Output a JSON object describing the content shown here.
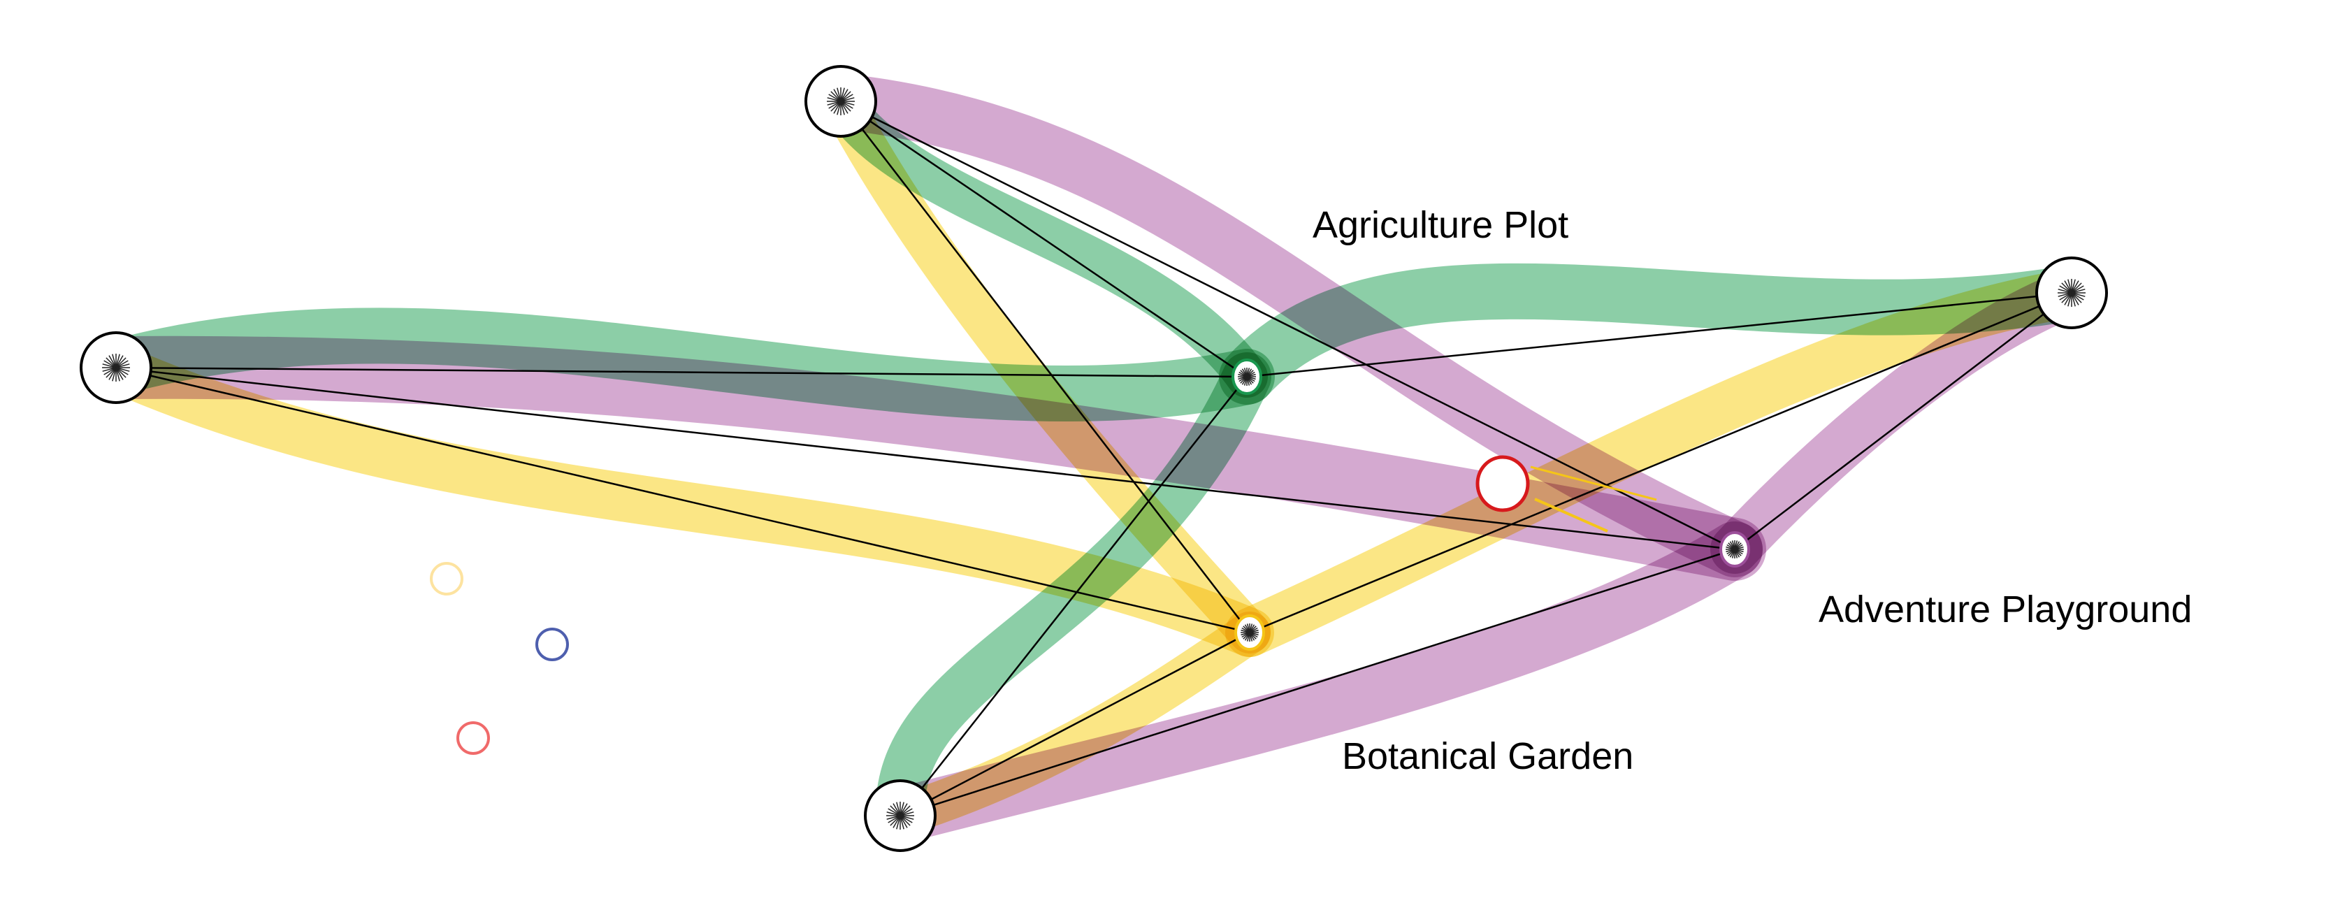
{
  "diagram": {
    "labels": {
      "agriculture": "Agriculture Plot",
      "adventure": "Adventure Playground",
      "botanical": "Botanical Garden"
    },
    "colors": {
      "green_band": "#8ccea7",
      "yellow_band": "#fbe685",
      "purple_band": "#d4a9d0",
      "green_hub": "#1a9850",
      "yellow_hub": "#f5c518",
      "purple_hub": "#9c4f9a",
      "highlight": "#d7191c",
      "legend_yellow": "#fde3a0",
      "legend_blue": "#4e5fae",
      "legend_red": "#f06a6a",
      "edge": "#000000"
    },
    "sources": [
      "source-1",
      "source-2",
      "source-3",
      "source-4"
    ],
    "hubs": [
      "agriculture",
      "botanical",
      "adventure"
    ]
  }
}
